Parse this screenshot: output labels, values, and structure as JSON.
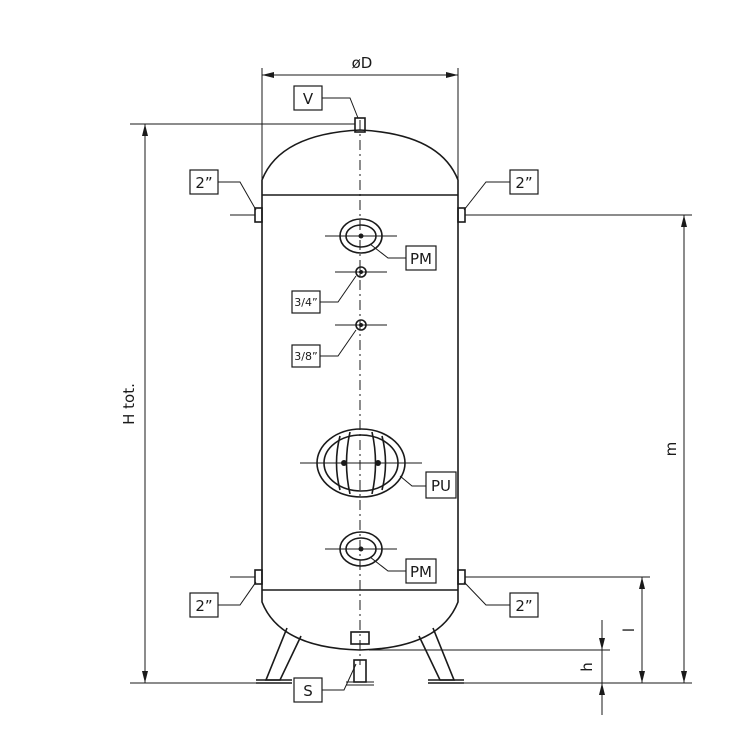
{
  "dimensions": {
    "diameter": "øD",
    "total_height": "H tot.",
    "m": "m",
    "l": "l",
    "h": "h"
  },
  "connections": {
    "vent": "V",
    "top_left": "2”",
    "top_right": "2”",
    "bottom_left": "2”",
    "bottom_right": "2”",
    "manhole_top": "PM",
    "manhole_bottom": "PM",
    "inspection": "PU",
    "port_34": "3/4”",
    "port_38": "3/8”",
    "drain": "S"
  }
}
